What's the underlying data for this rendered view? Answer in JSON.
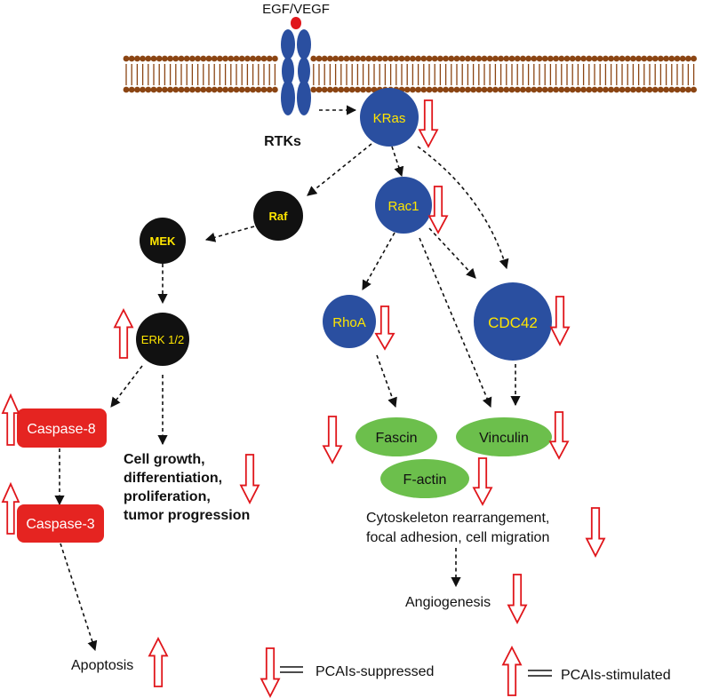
{
  "ligand": {
    "label": "EGF/VEGF"
  },
  "receptor": {
    "label": "RTKs"
  },
  "nodes": {
    "kras": "KRas",
    "raf": "Raf",
    "mek": "MEK",
    "erk": "ERK 1/2",
    "rac1": "Rac1",
    "rhoa": "RhoA",
    "cdc42": "CDC42",
    "caspase8": "Caspase-8",
    "caspase3": "Caspase-3",
    "fascin": "Fascin",
    "vinculin": "Vinculin",
    "factin": "F-actin"
  },
  "outcomes": {
    "cell_growth": [
      "Cell growth,",
      "differentiation,",
      "proliferation,",
      "tumor progression"
    ],
    "cytoskeleton": [
      "Cytoskeleton rearrangement,",
      "focal adhesion, cell migration"
    ],
    "angiogenesis": "Angiogenesis",
    "apoptosis": "Apoptosis"
  },
  "legend": {
    "suppressed": "PCAIs-suppressed",
    "stimulated": "PCAIs-stimulated"
  },
  "colors": {
    "membrane": "#8b4513",
    "receptor": "#2a4fa0",
    "blue_node": "#2a4fa0",
    "black_node": "#111111",
    "node_text": "#ffe600",
    "caspase": "#e52421",
    "green": "#6cbf4c",
    "ligand": "#e0161b",
    "arrow_outline": "#e0161b"
  }
}
